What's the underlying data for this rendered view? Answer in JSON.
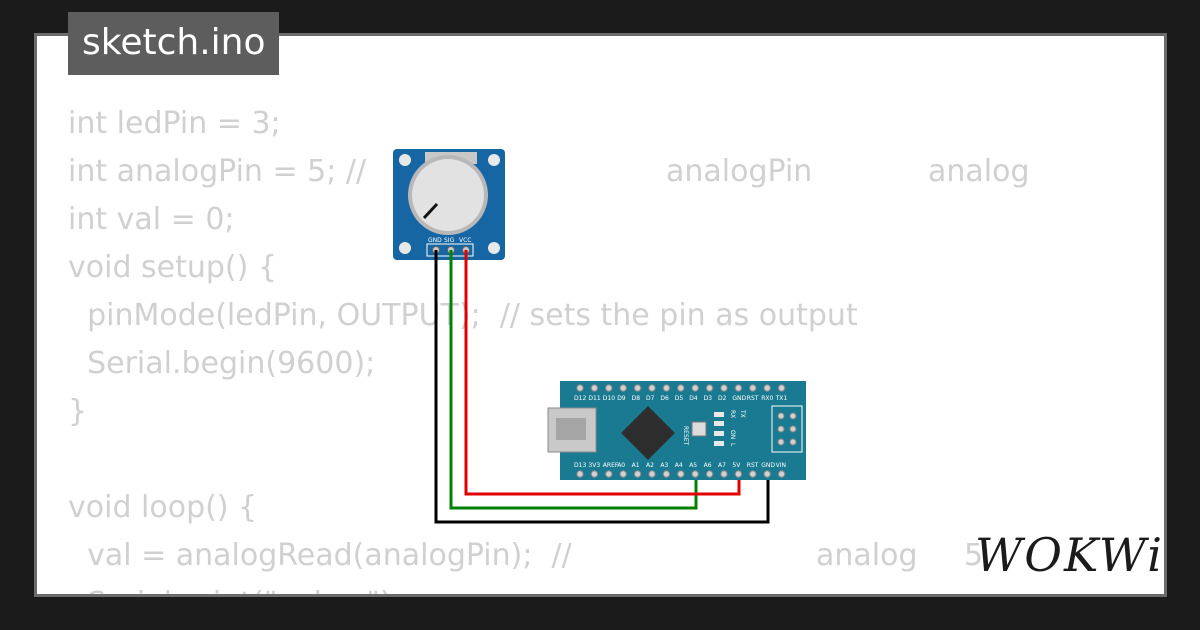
{
  "title": "sketch.ino",
  "code": {
    "lines": [
      "int ledPin = 3;",
      "int analogPin = 5; //",
      "int val = 0;",
      "void setup() {",
      "  pinMode(ledPin, OUTPUT);  // sets the pin as output",
      "  Serial.begin(9600);",
      "}",
      "",
      "void loop() {",
      "  val = analogRead(analogPin);  //",
      "  Serial.print(\"val = \");"
    ],
    "fragments": [
      "analogPin",
      "analog",
      "analog",
      "5"
    ]
  },
  "potentiometer": {
    "pins": [
      "GND",
      "SIG",
      "VCC"
    ]
  },
  "arduino": {
    "top_pins": [
      "D12",
      "D11",
      "D10",
      "D9",
      "D8",
      "D7",
      "D6",
      "D5",
      "D4",
      "D3",
      "D2",
      "GND",
      "RST",
      "RX0",
      "TX1"
    ],
    "bottom_pins": [
      "D13",
      "3V3",
      "AREF",
      "A0",
      "A1",
      "A2",
      "A3",
      "A4",
      "A5",
      "A6",
      "A7",
      "5V",
      "RST",
      "GND",
      "VIN"
    ],
    "side_labels": [
      "RESET",
      "TX",
      "RX",
      "ON",
      "L"
    ]
  },
  "wires": [
    {
      "name": "gnd-wire",
      "color": "#000000"
    },
    {
      "name": "sig-wire",
      "color": "#008000"
    },
    {
      "name": "vcc-wire",
      "color": "#e00000"
    }
  ],
  "logo": "WOKWi"
}
